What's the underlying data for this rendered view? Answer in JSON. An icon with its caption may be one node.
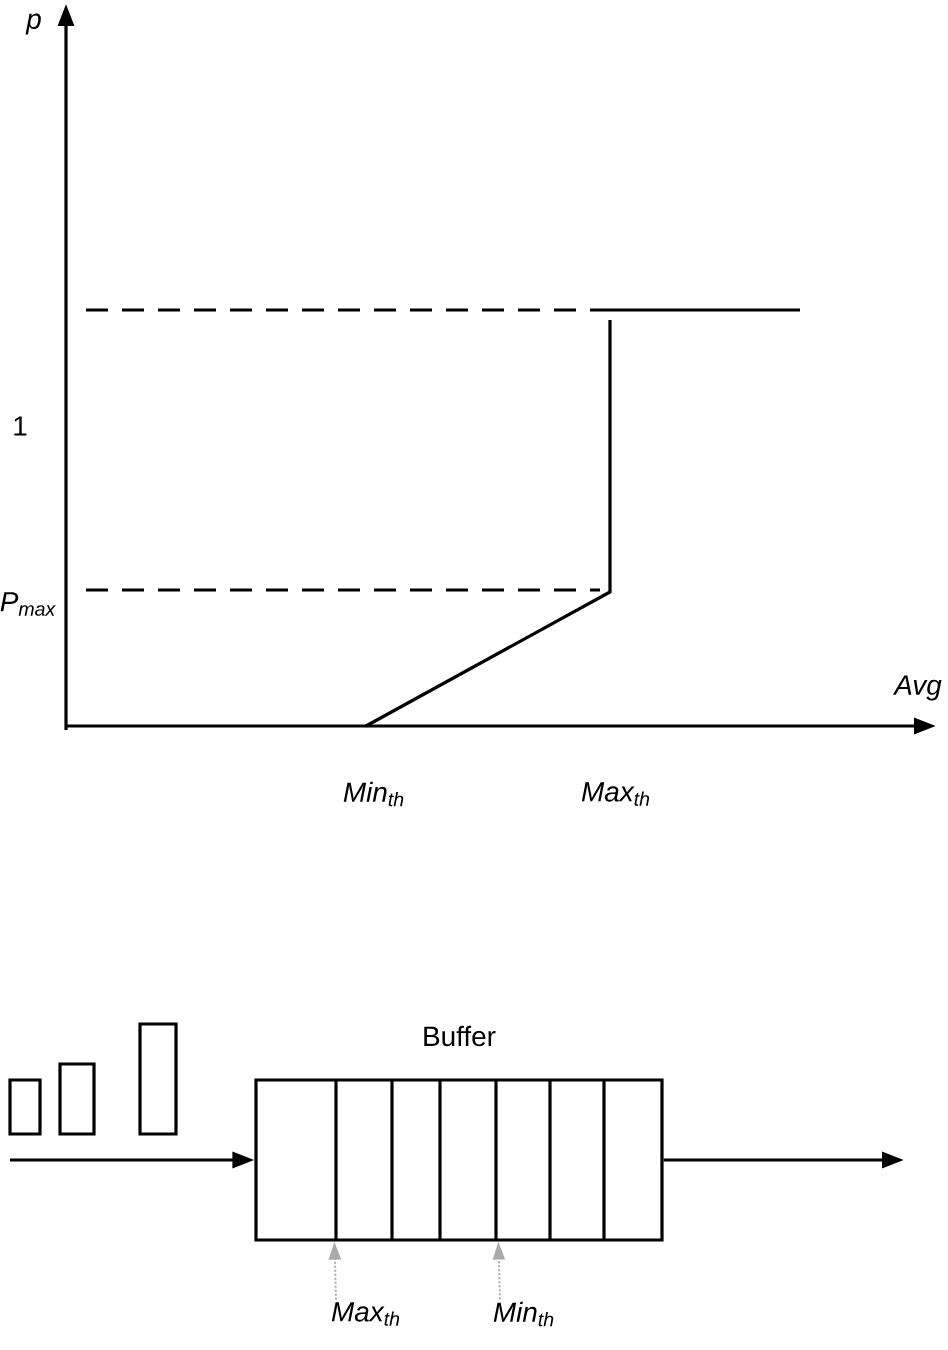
{
  "diagram": {
    "nodes": [
      {
        "text": [],
        "shape": "box"
      },
      {
        "text": [],
        "shape": "box"
      },
      {
        "text": [],
        "shape": "box"
      },
      {
        "text": [
          "Buffer"
        ]
      },
      {
        "text": [
          "Max$_{th}$"
        ]
      },
      {
        "text": [
          "Min$_{th}$"
        ]
      }
    ],
    "edges": [
      {
        "from": null,
        "to": 3,
        "arrow": "to"
      },
      {
        "from": 3,
        "to": null,
        "arrow": "to"
      },
      {
        "from": 4,
        "to": 3,
        "arrow": "to",
        "style": "dashed",
        "color": "#aaaaaa"
      },
      {
        "from": 5,
        "to": 3,
        "arrow": "to",
        "style": "dashed",
        "color": "#aaaaaa"
      }
    ],
    "labels": [
      "p",
      "1",
      "P$_{max}$",
      "Avg",
      "Min$_{th}$",
      "Max$_{th}$"
    ]
  }
}
